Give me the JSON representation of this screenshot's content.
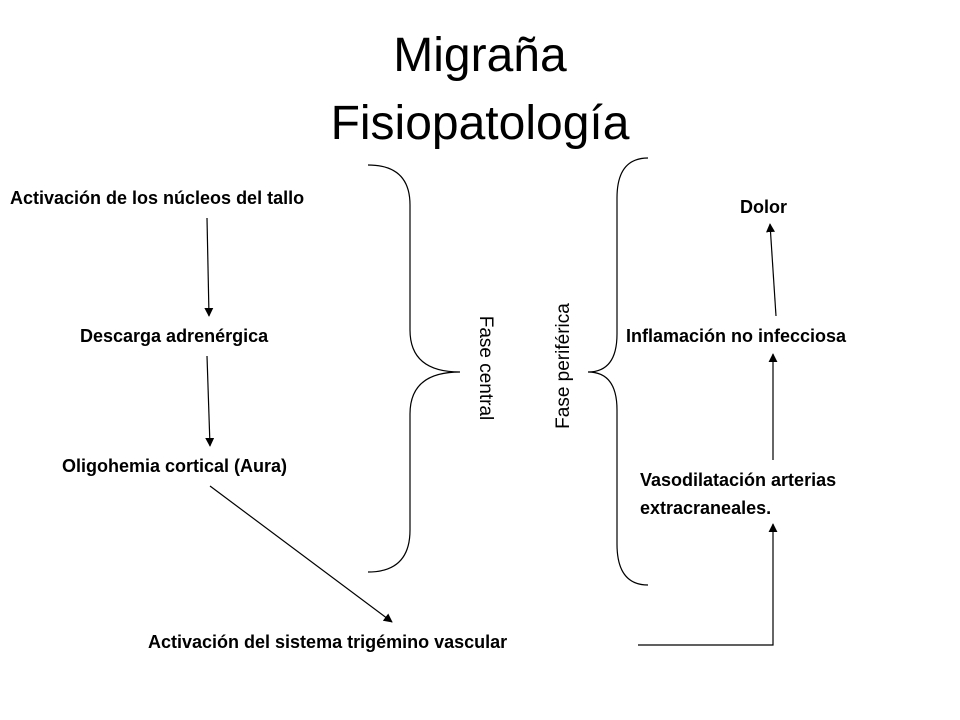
{
  "title": {
    "line1": "Migraña",
    "line2": "Fisiopatología"
  },
  "nodes": {
    "activacion_nucleos": "Activación de los núcleos del tallo",
    "descarga": "Descarga adrenérgica",
    "oligohemia": "Oligohemia cortical (Aura)",
    "trigemino": "Activación del sistema trigémino vascular",
    "dolor": "Dolor",
    "inflamacion": "Inflamación no infecciosa",
    "vasodilatacion_1": "Vasodilatación arterias",
    "vasodilatacion_2": "extracraneales."
  },
  "phases": {
    "central": "Fase central",
    "periferica": "Fase periférica"
  }
}
